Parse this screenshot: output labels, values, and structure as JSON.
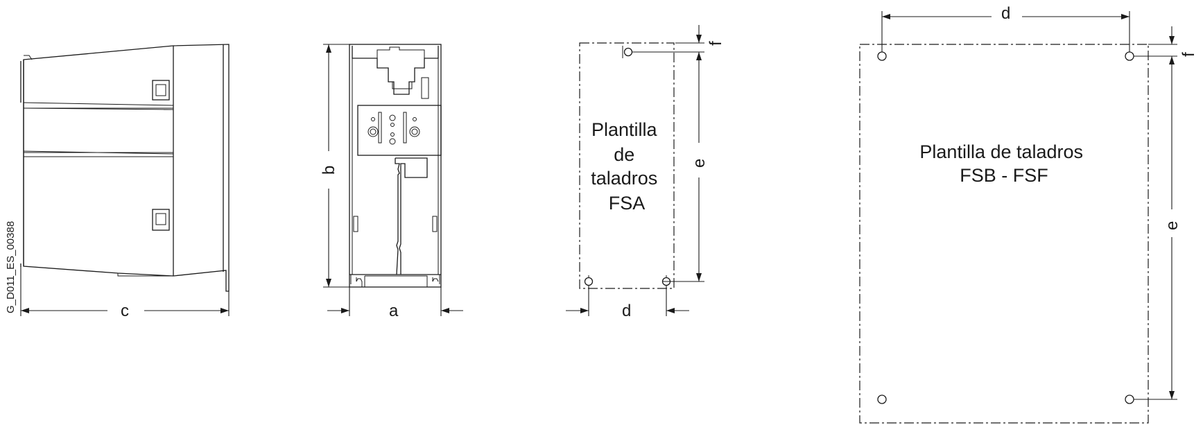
{
  "drawing_code": "G_D011_ES_00388",
  "dimensions": {
    "a": "a",
    "b": "b",
    "c": "c",
    "d": "d",
    "e": "e",
    "f": "f"
  },
  "template_fsa": {
    "lines": [
      "Plantilla",
      "de",
      "taladros",
      "FSA"
    ]
  },
  "template_fsb_fsf": {
    "lines": [
      "Plantilla de taladros",
      "FSB - FSF"
    ]
  }
}
